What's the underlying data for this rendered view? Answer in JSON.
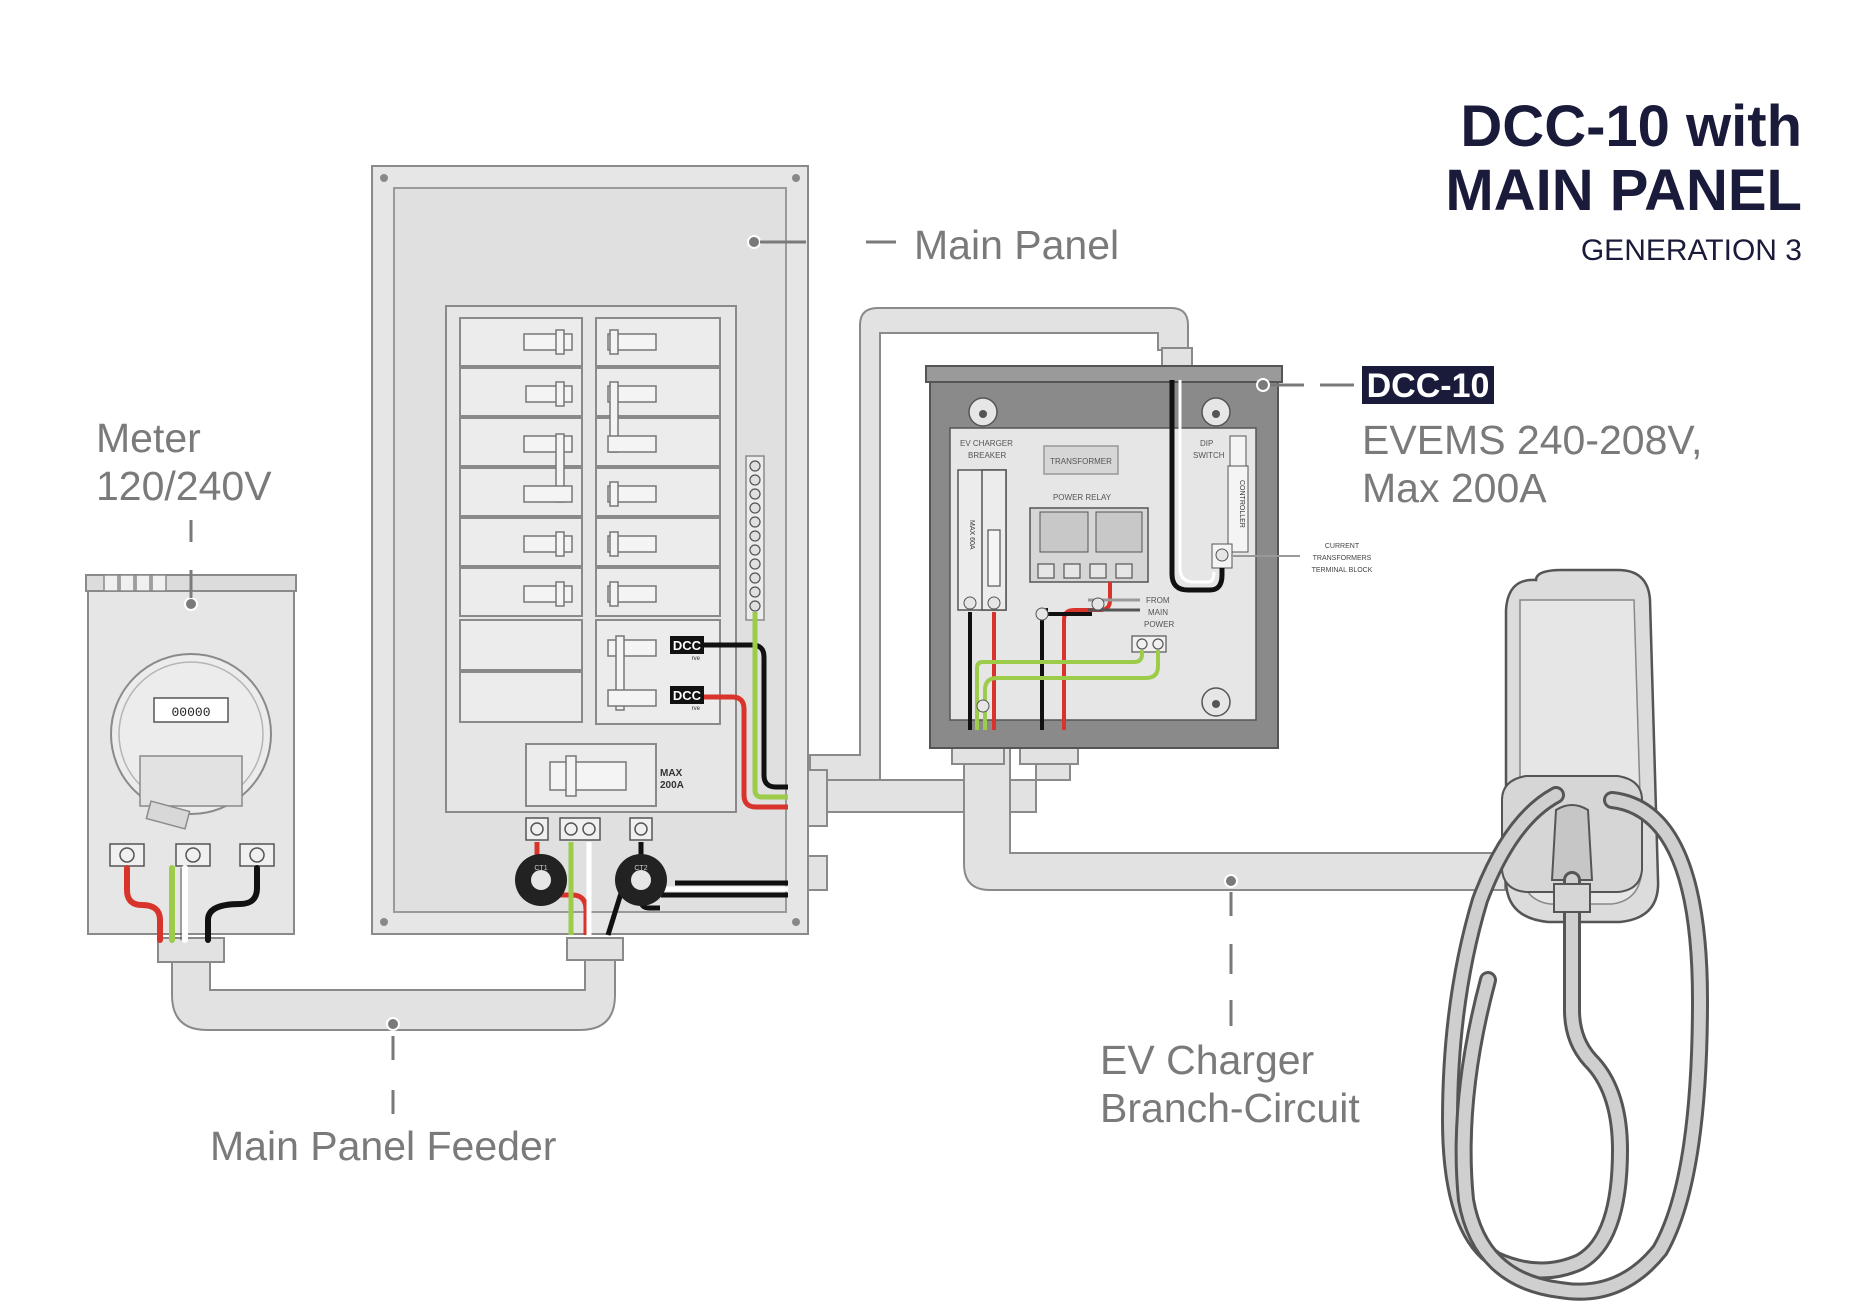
{
  "title": {
    "line1": "DCC-10 with",
    "line2": "MAIN PANEL",
    "line3": "GENERATION 3"
  },
  "labels": {
    "main_panel": "Main Panel",
    "meter_line1": "Meter",
    "meter_line2": "120/240V",
    "dcc_badge": "DCC-10",
    "dcc_line1": "EVEMS 240-208V,",
    "dcc_line2": "Max 200A",
    "feeder": "Main Panel Feeder",
    "branch_line1": "EV Charger",
    "branch_line2": "Branch-Circuit"
  },
  "panel": {
    "breaker_badge": "DCC",
    "breaker_badge_sub": "rve",
    "main_breaker_line1": "MAX",
    "main_breaker_line2": "200A",
    "ct1": "CT1",
    "ct2": "CT2"
  },
  "meter": {
    "display": "00000"
  },
  "dcc_box": {
    "ev_breaker_line1": "EV CHARGER",
    "ev_breaker_line2": "BREAKER",
    "breaker_rating": "MAX 60A",
    "transformer": "TRANSFORMER",
    "power_relay": "POWER RELAY",
    "dip_line1": "DIP",
    "dip_line2": "SWITCH",
    "controller": "CONTROLLER",
    "from_main_line1": "FROM",
    "from_main_line2": "MAIN",
    "from_main_line3": "POWER",
    "ct_block_line1": "CURRENT",
    "ct_block_line2": "TRANSFORMERS",
    "ct_block_line3": "TERMINAL BLOCK"
  },
  "colors": {
    "title": "#1a1a3a",
    "callout": "#7a7a7a",
    "conduit": "#e2e2e2",
    "outline": "#8a8a8a",
    "panel_fill": "#e6e6e6",
    "wire_red": "#d9342b",
    "wire_green": "#9ccc4a",
    "wire_black": "#111111",
    "badge_bg": "#1a1a3a"
  }
}
